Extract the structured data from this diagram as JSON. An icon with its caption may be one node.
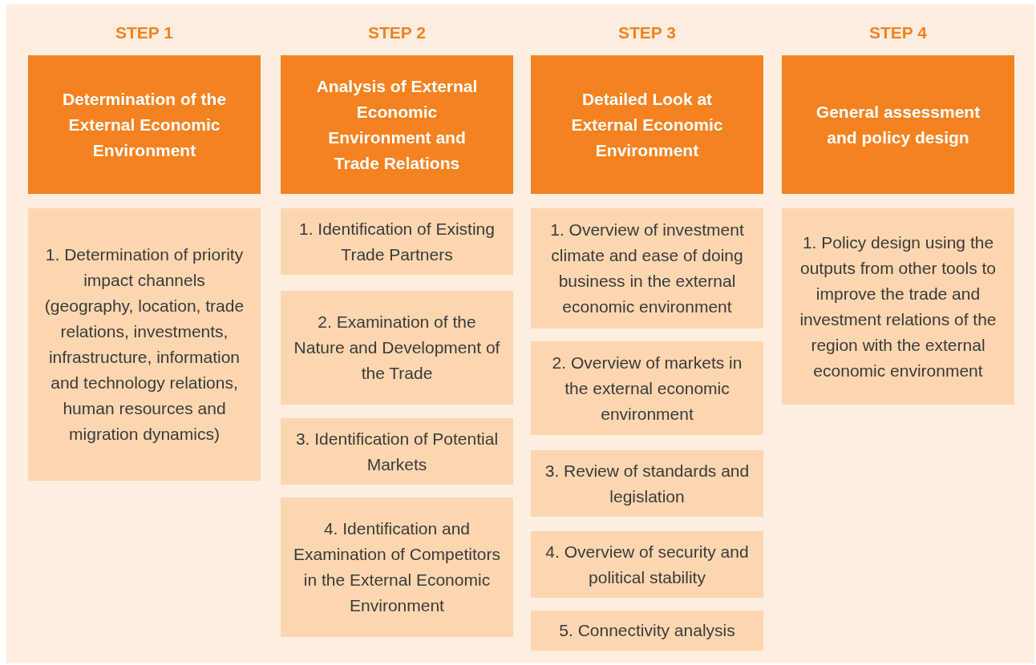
{
  "diagram": {
    "nodes": [
      {
        "text": [
          "Determination of the External Economic Environment"
        ]
      },
      {
        "text": [
          "1. Determination of priority impact channels (geography, location, trade relations, investments, infrastructure, information and technology relations, human resources and migration dynamics)"
        ]
      },
      {
        "text": [
          "Analysis of External Economic Environment and Trade Relations"
        ]
      },
      {
        "text": [
          "1. Identification of Existing Trade Partners"
        ]
      },
      {
        "text": [
          "2. Examination of the Nature and Development of the Trade"
        ]
      },
      {
        "text": [
          "3. Identification of Potential Markets"
        ]
      },
      {
        "text": [
          "4. Identification and Examination of Competitors in the External Economic Environment"
        ]
      },
      {
        "text": [
          "Detailed Look at External Economic Environment"
        ]
      },
      {
        "text": [
          "1. Overview of investment climate and ease of doing business in the external economic environment"
        ]
      },
      {
        "text": [
          "2. Overview of markets in the external economic environment"
        ]
      },
      {
        "text": [
          "3. Review of standards and legislation"
        ]
      },
      {
        "text": [
          "4. Overview of security and political stability"
        ]
      },
      {
        "text": [
          "5. Connectivity analysis"
        ]
      },
      {
        "text": [
          "General assessment and policy design"
        ]
      },
      {
        "text": [
          "1. Policy design using the outputs from other tools to improve the trade and investment relations of the region with the external economic environment"
        ]
      }
    ],
    "labels": [
      "STEP 1",
      "STEP 2",
      "STEP 3",
      "STEP 4"
    ]
  }
}
